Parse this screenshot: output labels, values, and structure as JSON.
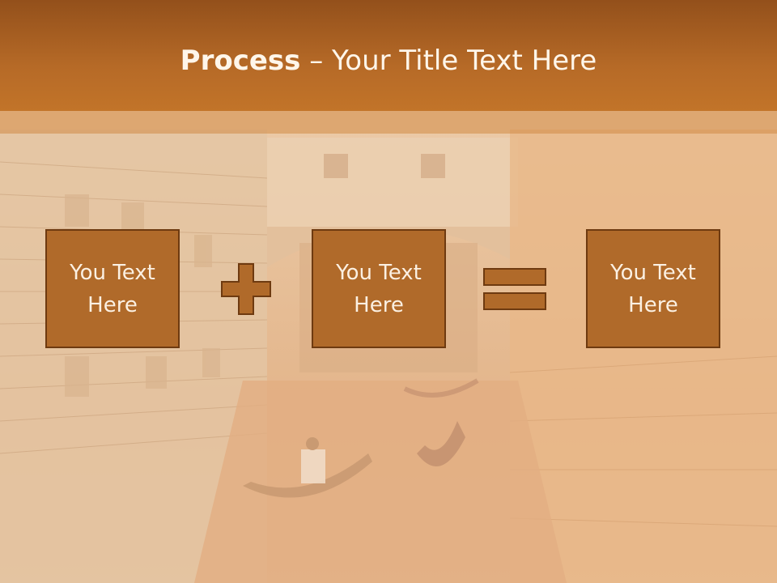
{
  "slide": {
    "title_bold": "Process",
    "title_dash": " – ",
    "title_rest": "Your Title Text Here"
  },
  "boxes": [
    {
      "text": "You Text Here"
    },
    {
      "text": "You Text Here"
    },
    {
      "text": "You Text Here"
    }
  ],
  "operators": {
    "first": "plus",
    "second": "equals"
  },
  "colors": {
    "header": "#b66a27",
    "box_fill": "#b06a2a",
    "box_border": "#6e3a10",
    "title_text": "#fff6ea"
  }
}
